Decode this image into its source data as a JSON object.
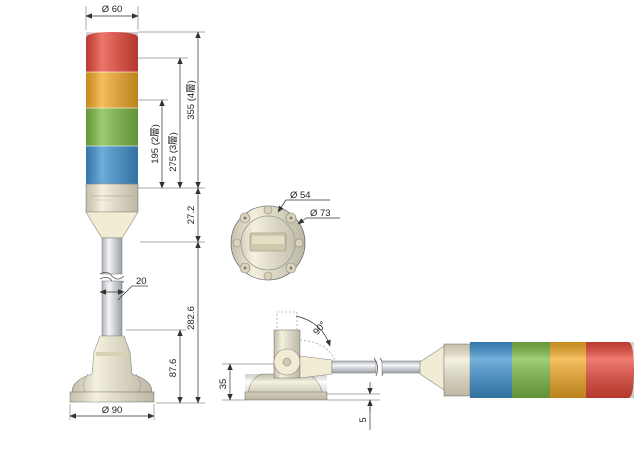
{
  "dimensions": {
    "top_diameter": "Ø 60",
    "tiers_2": "195 (2層)",
    "tiers_3": "275 (3層)",
    "tiers_4": "355 (4層)",
    "collar_height": "27.2",
    "pole_diameter": "20",
    "pole_length": "282.6",
    "base_height": "87.6",
    "base_diameter": "Ø 90",
    "mount_inner_diameter": "Ø 54",
    "mount_outer_diameter": "Ø 73",
    "tilt_angle": "90°",
    "side_base_height": "35",
    "side_offset": "5"
  },
  "colors": {
    "red": "#e8483a",
    "amber": "#f2a926",
    "green": "#7dba45",
    "blue": "#3f92cf",
    "body": "#f1ecd3",
    "pole": "#d9dcdf"
  },
  "icons": {
    "arrow": "arrowhead"
  }
}
